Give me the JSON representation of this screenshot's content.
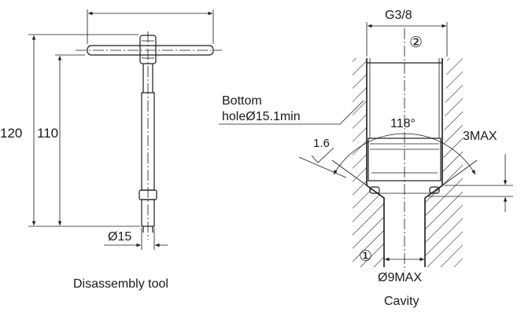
{
  "tool": {
    "dim_overall_height": "120",
    "dim_shank_height": "110",
    "dim_tip_diameter": "Ø15",
    "caption": "Disassembly tool"
  },
  "cavity": {
    "thread_size": "G3/8",
    "marker_top": "②",
    "marker_bottom": "①",
    "bottom_hole_line1": "Bottom",
    "bottom_hole_line2": "holeØ15.1min",
    "angle": "118°",
    "roughness": "1.6",
    "depth_max": "3MAX",
    "bore_max": "Ø9MAX",
    "caption": "Cavity"
  }
}
